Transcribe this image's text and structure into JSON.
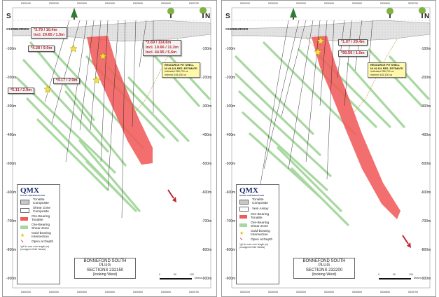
{
  "colors": {
    "ore": "#f15a5a",
    "shear": "#a8d8a0",
    "tonalite": "#c9c9c9",
    "callout_text": "#c0272d",
    "resource_box": "#fff8a8",
    "star": "#f5e13a"
  },
  "common": {
    "dir_left": "S",
    "dir_right": "N",
    "overburden": "OVERBURDEN",
    "depths": [
      "-100m",
      "-200m",
      "-300m",
      "-400m",
      "-500m",
      "-600m",
      "-700m",
      "-800m",
      "-900m"
    ],
    "eastings": [
      "5330100",
      "5330200",
      "5330300",
      "5330400",
      "5330500",
      "5330600",
      "5330700"
    ],
    "resource": {
      "title1": "RESOURCE PIT SHELL",
      "title2": "NI 43-101 RES. ESTIMATE",
      "line1": "Indicated 258,700 oz",
      "line2": "Inferred 145,100 oz"
    },
    "logo_main": "QMX",
    "logo_sub": "GOLD CORPORATION",
    "legend": {
      "tonalite": "Tonalite Composite",
      "shear": "Shear Zone Composite",
      "vein": "Vein Assay",
      "ore_tonalite": "Ore-Bearing Tonalite",
      "ore_shear": "Ore-Bearing Shear Zone",
      "gold": "Gold-bearing Intersection",
      "open": "Open at Depth",
      "footnote": "*g/t Au over core length (m) (uncapped Gold Values)"
    },
    "scale": {
      "t0": "0",
      "t50": "50",
      "t100": "100",
      "unit": "Meters"
    },
    "title_main": "BONNEFOND SOUTH PLUG",
    "title_view": "(looking West)"
  },
  "panels": [
    {
      "section": "SECTIONS 232150",
      "callouts": [
        {
          "lines": [
            "*3.79 / 10.4m",
            "Incl. 20.65 / 1.5m"
          ]
        },
        {
          "lines": [
            "*3.69 / 114.6m",
            "Incl. 10.66 / 11.2m",
            "Incl. 44.95 / 5.6m"
          ]
        },
        {
          "lines": [
            "*4.28 / 9.0m"
          ]
        },
        {
          "lines": [
            "*4.17 / 2.9m"
          ]
        },
        {
          "lines": [
            "*5.11 / 2.9m"
          ]
        }
      ]
    },
    {
      "section": "SECTIONS 232200",
      "callouts": [
        {
          "lines": [
            "*1.07 / 29.4m"
          ]
        },
        {
          "lines": [
            "*90.59 / 1.0m"
          ]
        }
      ]
    }
  ]
}
